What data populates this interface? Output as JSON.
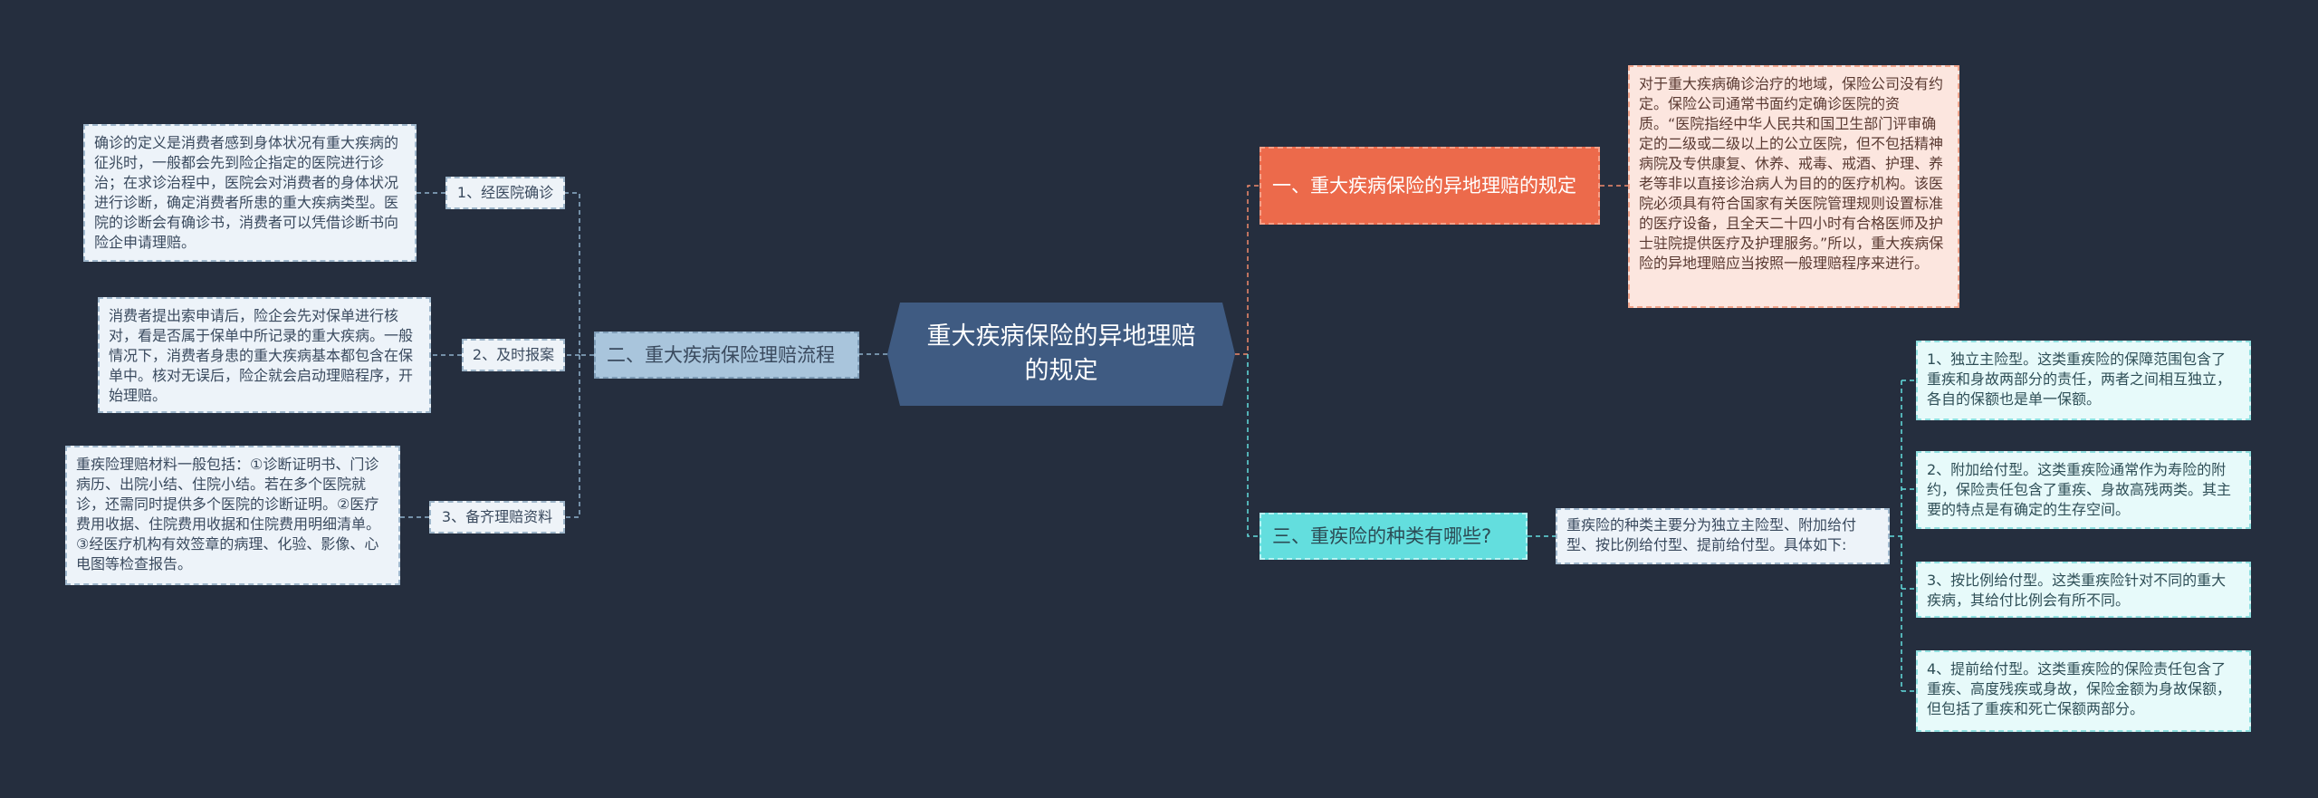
{
  "central": "重大疾病保险的异地理赔的规定",
  "left_branch": {
    "title": "二、重大疾病保险理赔流程",
    "items": [
      {
        "label": "1、经医院确诊",
        "detail": "确诊的定义是消费者感到身体状况有重大疾病的征兆时，一般都会先到险企指定的医院进行诊治；在求诊治程中，医院会对消费者的身体状况进行诊断，确定消费者所患的重大疾病类型。医院的诊断会有确诊书，消费者可以凭借诊断书向险企申请理赔。"
      },
      {
        "label": "2、及时报案",
        "detail": "消费者提出索申请后，险企会先对保单进行核对，看是否属于保单中所记录的重大疾病。一般情况下，消费者身患的重大疾病基本都包含在保单中。核对无误后，险企就会启动理赔程序，开始理赔。"
      },
      {
        "label": "3、备齐理赔资料",
        "detail": "重疾险理赔材料一般包括：①诊断证明书、门诊病历、出院小结、住院小结。若在多个医院就诊，还需同时提供多个医院的诊断证明。②医疗费用收据、住院费用收据和住院费用明细清单。③经医疗机构有效签章的病理、化验、影像、心电图等检查报告。"
      }
    ]
  },
  "right_branch_1": {
    "title": "一、重大疾病保险的异地理赔的规定",
    "detail": "对于重大疾病确诊治疗的地域，保险公司没有约定。保险公司通常书面约定确诊医院的资质。“医院指经中华人民共和国卫生部门评审确定的二级或二级以上的公立医院，但不包括精神病院及专供康复、休养、戒毒、戒酒、护理、养老等非以直接诊治病人为目的的医疗机构。该医院必须具有符合国家有关医院管理规则设置标准的医疗设备，且全天二十四小时有合格医师及护士驻院提供医疗及护理服务。”所以，重大疾病保险的异地理赔应当按照一般理赔程序来进行。"
  },
  "right_branch_2": {
    "title": "三、重疾险的种类有哪些?",
    "summary": "重疾险的种类主要分为独立主险型、附加给付型、按比例给付型、提前给付型。具体如下:",
    "items": [
      "1、独立主险型。这类重疾险的保障范围包含了重疾和身故两部分的责任，两者之间相互独立，各自的保额也是单一保额。",
      "2、附加给付型。这类重疾险通常作为寿险的附约，保险责任包含了重疾、身故高残两类。其主要的特点是有确定的生存空间。",
      "3、按比例给付型。这类重疾险针对不同的重大疾病，其给付比例会有所不同。",
      "4、提前给付型。这类重疾险的保险责任包含了重疾、高度残疾或身故，保险金额为身故保额，但包括了重疾和死亡保额两部分。"
    ]
  },
  "colors": {
    "background": "#252e3e",
    "central": "#3f5b82",
    "left": "#a9c5dc",
    "right1": "#ec6a4b",
    "right2": "#63dede"
  }
}
